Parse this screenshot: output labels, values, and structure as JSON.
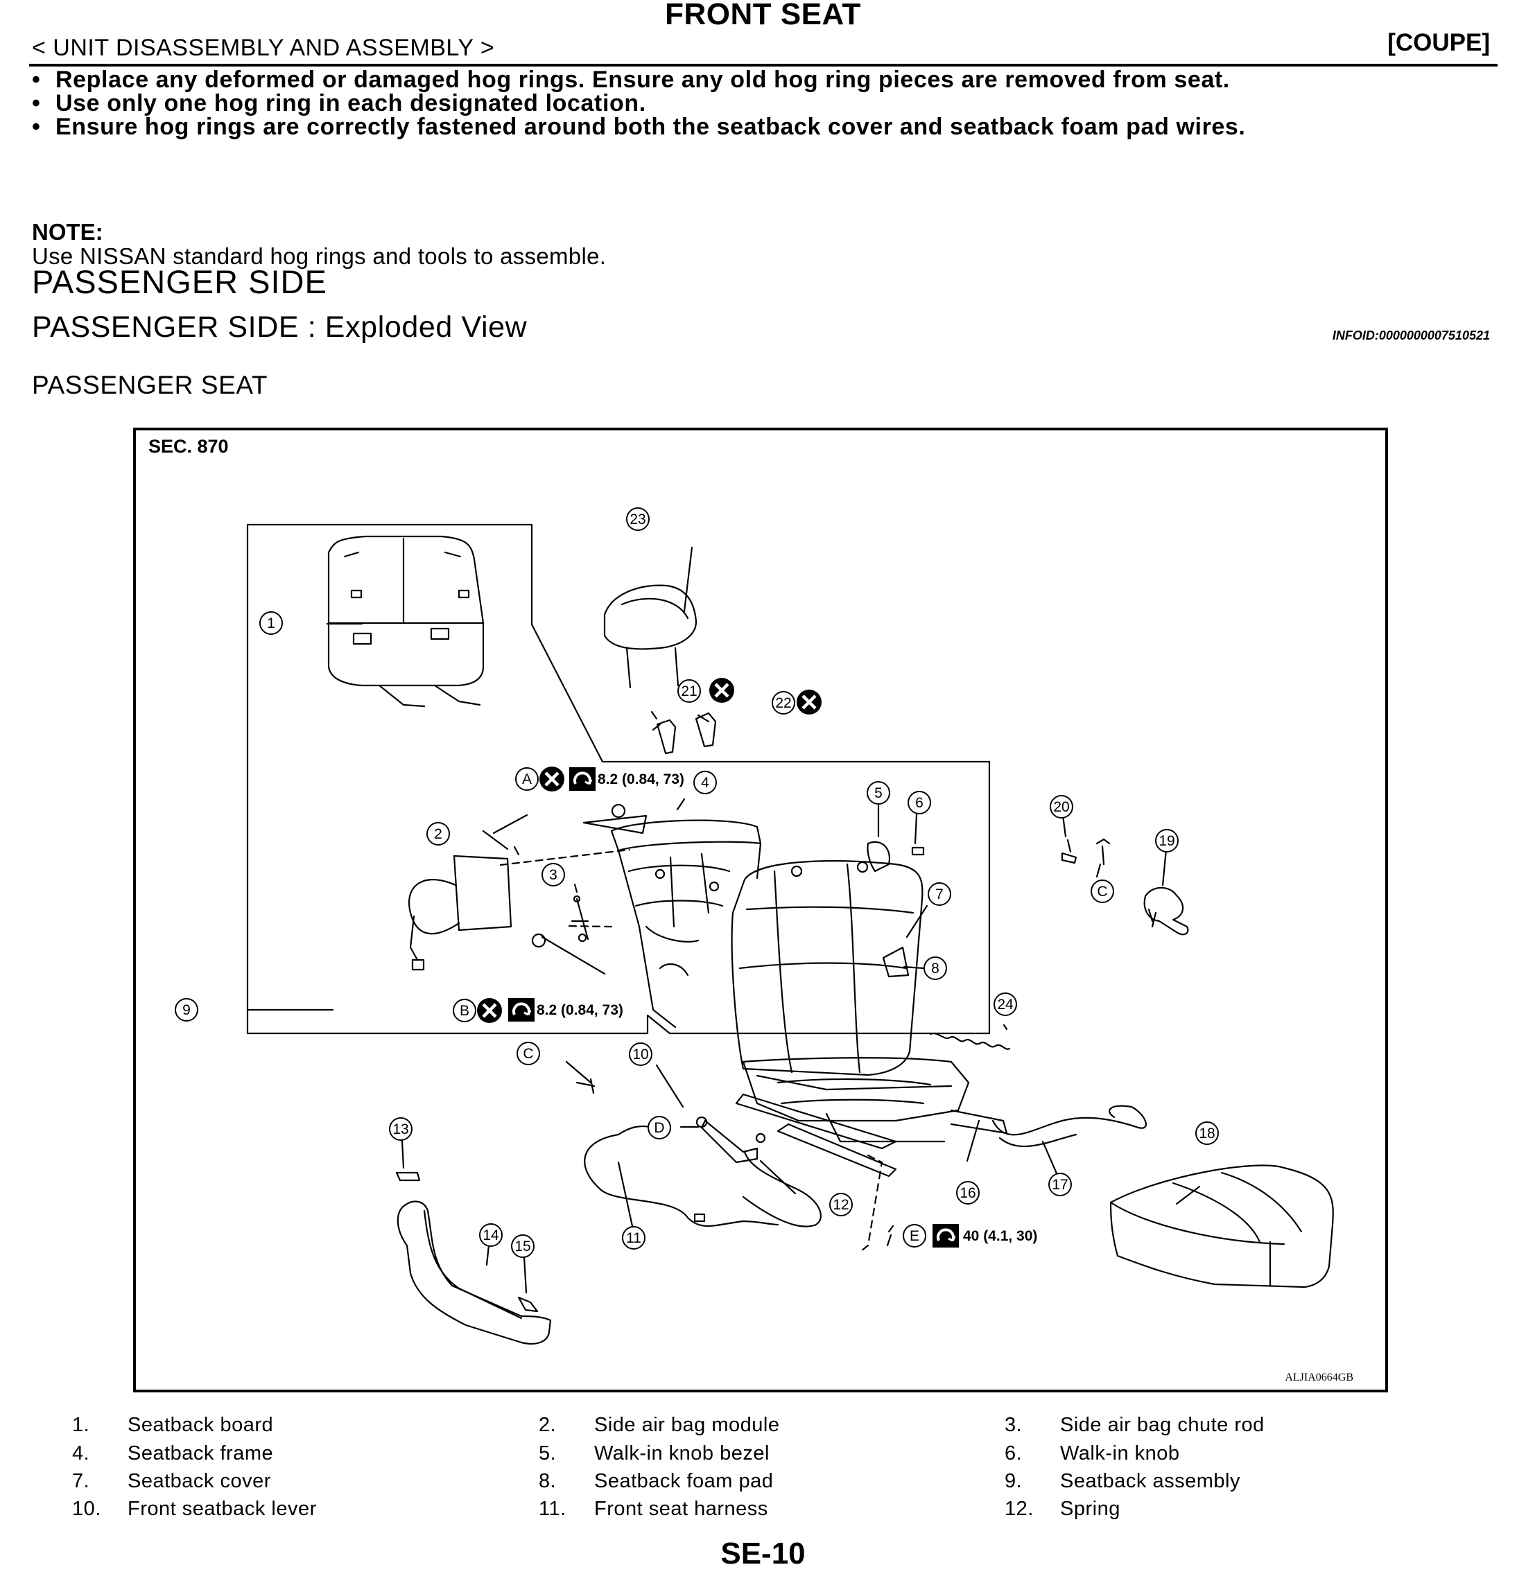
{
  "header": {
    "title": "FRONT SEAT",
    "breadcrumb": "< UNIT DISASSEMBLY AND ASSEMBLY >",
    "variant": "[COUPE]"
  },
  "bullets": [
    "Replace any deformed or damaged hog rings. Ensure any old hog ring pieces are removed from seat.",
    "Use only one hog ring in each designated location.",
    "Ensure hog rings are correctly fastened around both the seatback cover and seatback foam pad wires."
  ],
  "note": {
    "heading": "NOTE:",
    "text": "Use NISSAN standard hog rings and tools to assemble."
  },
  "section": {
    "heading": "PASSENGER SIDE",
    "subheading": "PASSENGER SIDE : Exploded View",
    "infoid": "INFOID:0000000007510521",
    "seat_heading": "PASSENGER SEAT"
  },
  "figure": {
    "sec": "SEC. 870",
    "code": "ALJIA0664GB",
    "torque_a": "8.2 (0.84, 73)",
    "torque_b": "8.2 (0.84, 73)",
    "torque_e": "40 (4.1, 30)",
    "letters": [
      "A",
      "B",
      "C",
      "C",
      "D",
      "E"
    ],
    "callouts": [
      "1",
      "2",
      "3",
      "4",
      "5",
      "6",
      "7",
      "8",
      "9",
      "10",
      "11",
      "12",
      "13",
      "14",
      "15",
      "16",
      "17",
      "18",
      "19",
      "20",
      "21",
      "22",
      "23",
      "24"
    ]
  },
  "legend": [
    {
      "num": "1.",
      "label": "Seatback board"
    },
    {
      "num": "2.",
      "label": "Side air bag module"
    },
    {
      "num": "3.",
      "label": "Side air bag chute rod"
    },
    {
      "num": "4.",
      "label": "Seatback frame"
    },
    {
      "num": "5.",
      "label": "Walk-in knob bezel"
    },
    {
      "num": "6.",
      "label": "Walk-in knob"
    },
    {
      "num": "7.",
      "label": "Seatback cover"
    },
    {
      "num": "8.",
      "label": "Seatback foam pad"
    },
    {
      "num": "9.",
      "label": "Seatback assembly"
    },
    {
      "num": "10.",
      "label": "Front seatback lever"
    },
    {
      "num": "11.",
      "label": "Front seat harness"
    },
    {
      "num": "12.",
      "label": "Spring"
    }
  ],
  "footer": {
    "page": "SE-10"
  }
}
